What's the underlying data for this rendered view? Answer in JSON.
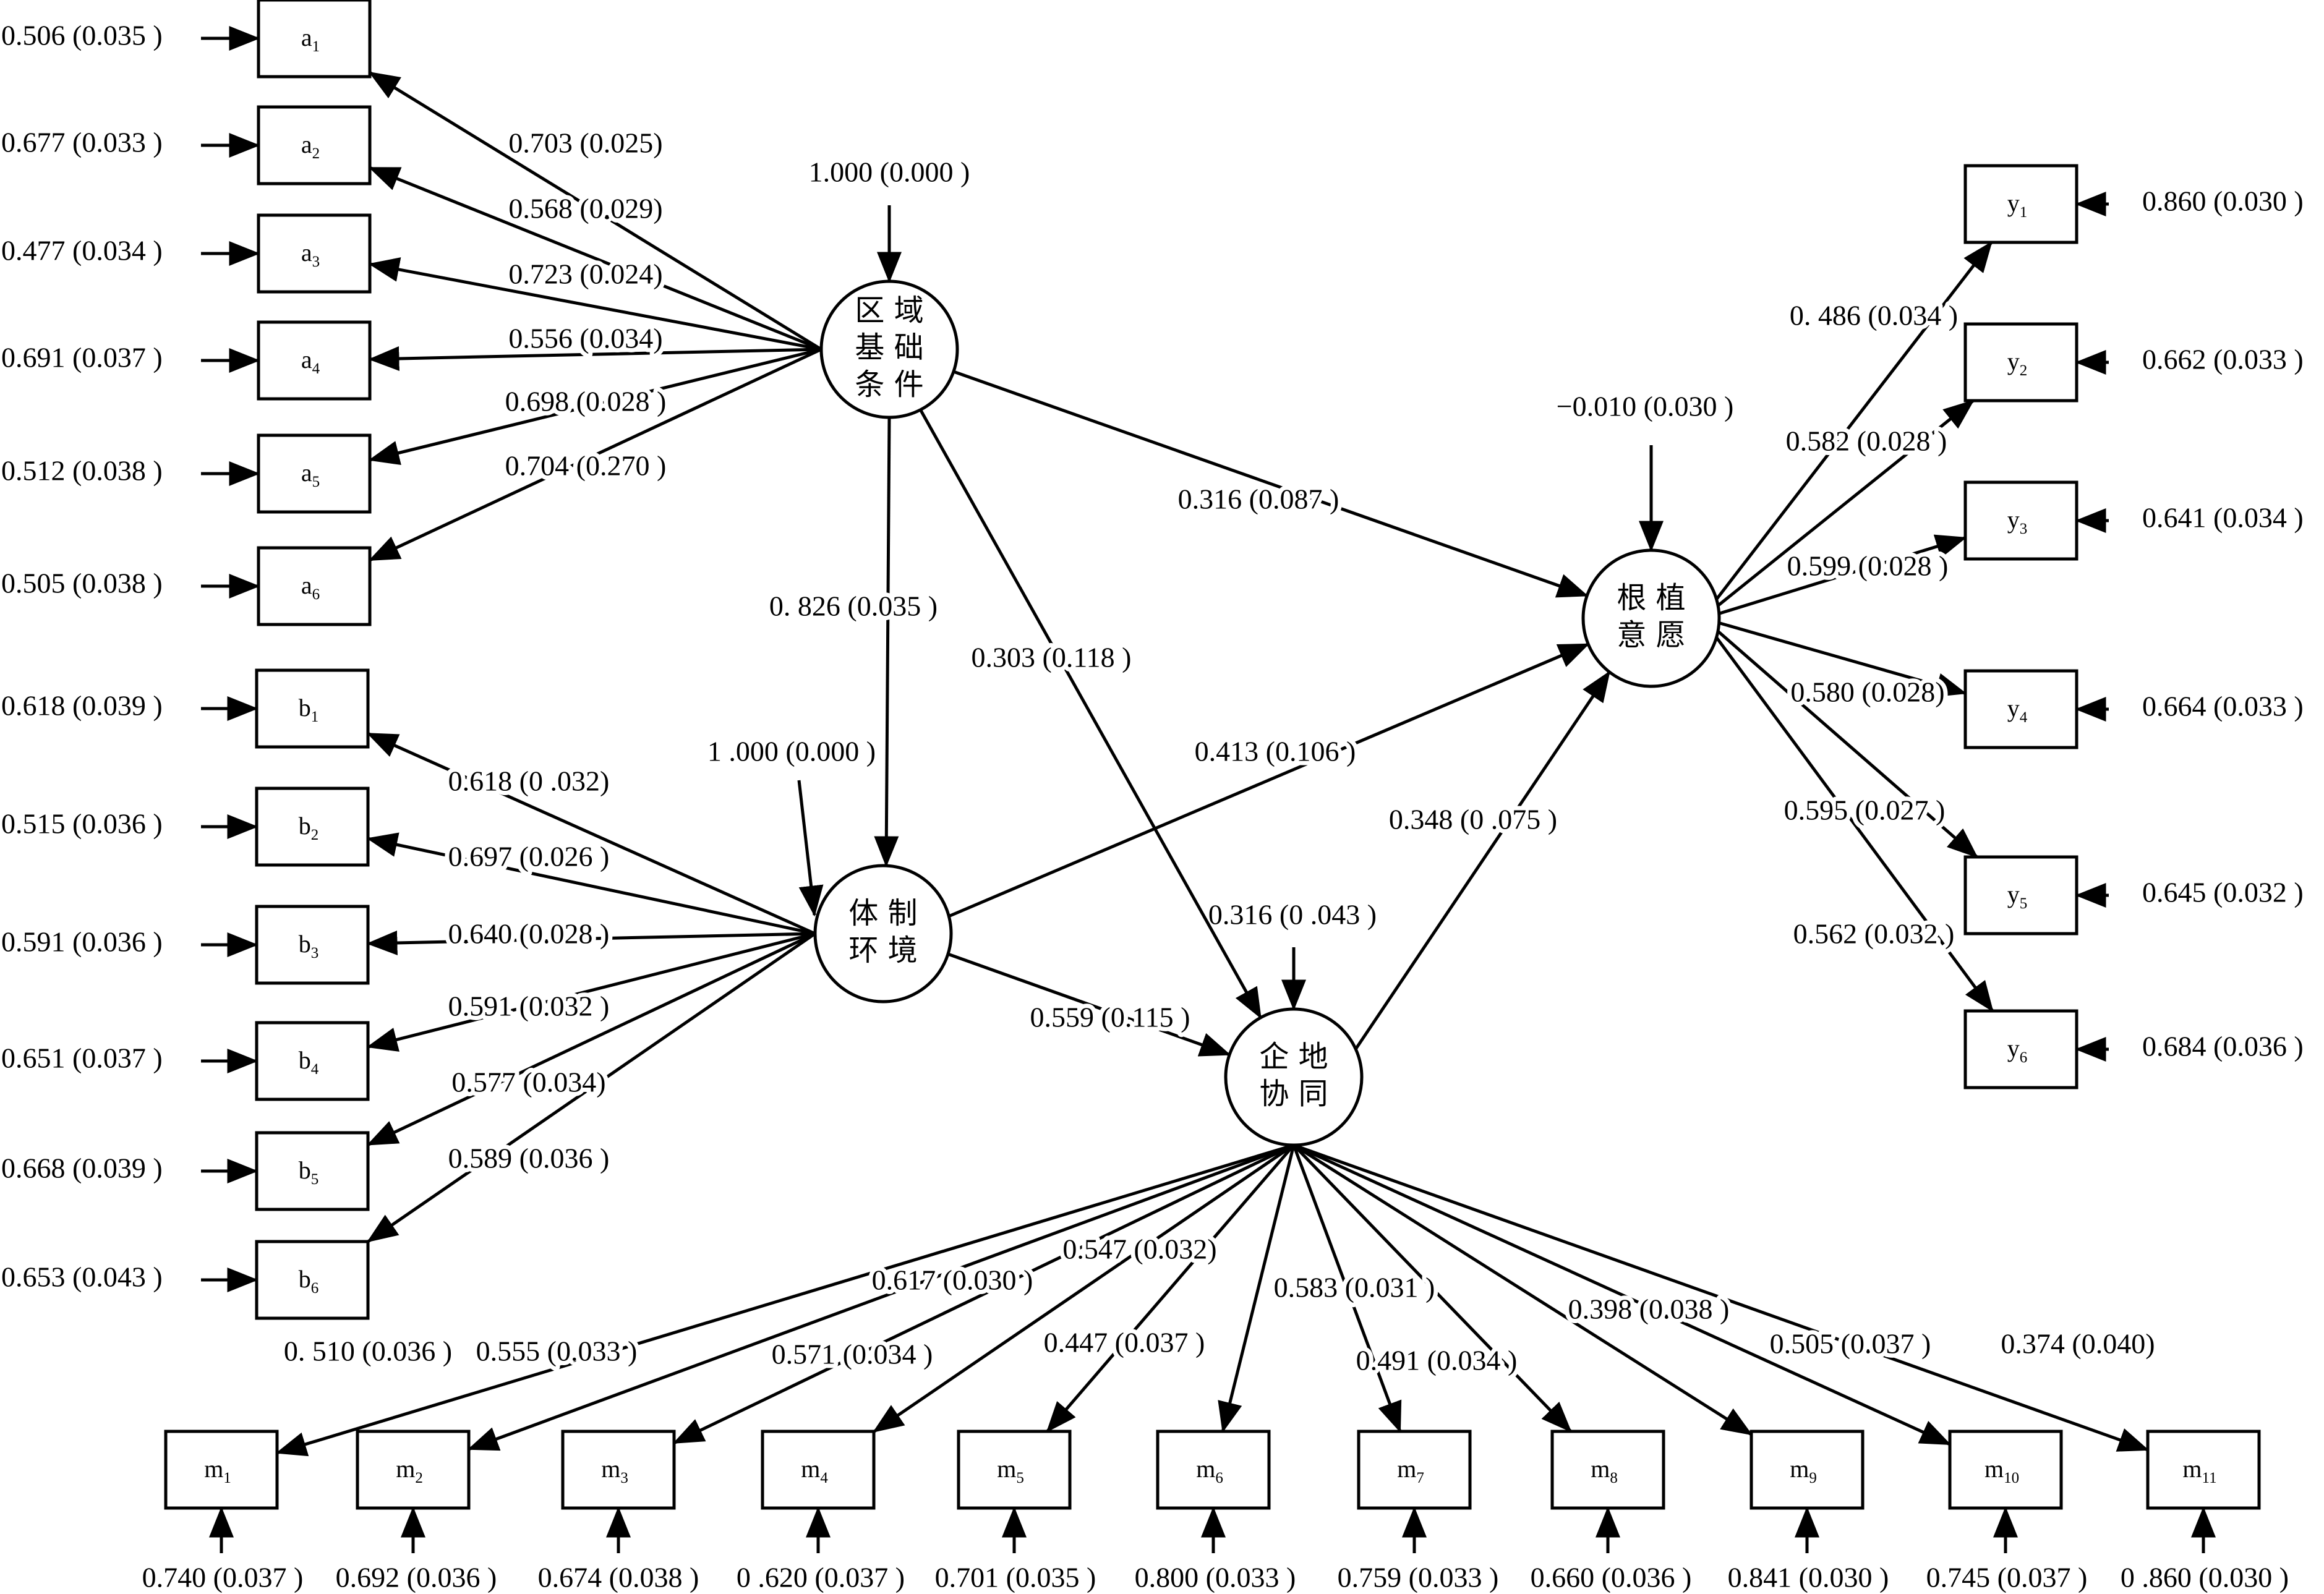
{
  "latents": {
    "regional": [
      "区 域",
      "基 础",
      "条 件"
    ],
    "institutional": [
      "体 制",
      "环 境"
    ],
    "enterprise": [
      "企 地",
      "协 同"
    ],
    "rooting": [
      "根 植",
      "意 愿"
    ]
  },
  "indicators": {
    "a": [
      {
        "main": "a",
        "sub": "1",
        "error": "0.506 (0.035 )",
        "loading": "0.703 (0.025)"
      },
      {
        "main": "a",
        "sub": "2",
        "error": "0.677 (0.033 )",
        "loading": "0.568 (0.029)"
      },
      {
        "main": "a",
        "sub": "3",
        "error": "0.477 (0.034 )",
        "loading": "0.723 (0.024)"
      },
      {
        "main": "a",
        "sub": "4",
        "error": "0.691 (0.037 )",
        "loading": "0.556 (0.034)"
      },
      {
        "main": "a",
        "sub": "5",
        "error": "0.512 (0.038 )",
        "loading": "0.698 (0.028 )"
      },
      {
        "main": "a",
        "sub": "6",
        "error": "0.505 (0.038 )",
        "loading": "0.704 (0.270 )"
      }
    ],
    "b": [
      {
        "main": "b",
        "sub": "1",
        "error": "0.618 (0.039 )",
        "loading": "0.618 (0 .032)"
      },
      {
        "main": "b",
        "sub": "2",
        "error": "0.515 (0.036 )",
        "loading": "0.697 (0.026 )"
      },
      {
        "main": "b",
        "sub": "3",
        "error": "0.591 (0.036 )",
        "loading": "0.640 (0.028 )"
      },
      {
        "main": "b",
        "sub": "4",
        "error": "0.651 (0.037 )",
        "loading": "0.591 (0.032 )"
      },
      {
        "main": "b",
        "sub": "5",
        "error": "0.668 (0.039 )",
        "loading": "0.577 (0.034)"
      },
      {
        "main": "b",
        "sub": "6",
        "error": "0.653 (0.043 )",
        "loading": "0.589 (0.036 )"
      }
    ],
    "y": [
      {
        "main": "y",
        "sub": "1",
        "error": "0.860 (0.030 )",
        "loading": "0. 486 (0.034 )"
      },
      {
        "main": "y",
        "sub": "2",
        "error": "0.662 (0.033 )",
        "loading": "0.582 (0.028 )"
      },
      {
        "main": "y",
        "sub": "3",
        "error": "0.641 (0.034 )",
        "loading": "0.599 (0.028 )"
      },
      {
        "main": "y",
        "sub": "4",
        "error": "0.664 (0.033 )",
        "loading": "0.580 (0.028)"
      },
      {
        "main": "y",
        "sub": "5",
        "error": "0.645 (0.032 )",
        "loading": "0.595 (0.027 )"
      },
      {
        "main": "y",
        "sub": "6",
        "error": "0.684 (0.036 )",
        "loading": "0.562 (0.032 )"
      }
    ],
    "m": [
      {
        "main": "m",
        "sub": "1",
        "error": "0.740 (0.037 )",
        "loading": "0. 510 (0.036 )"
      },
      {
        "main": "m",
        "sub": "2",
        "error": "0.692 (0.036 )",
        "loading": "0.555 (0.033 )"
      },
      {
        "main": "m",
        "sub": "3",
        "error": "0.674 (0.038 )",
        "loading": "0.617 (0.030 )"
      },
      {
        "main": "m",
        "sub": "4",
        "error": "0 .620 (0.037 )",
        "loading": "0.571 (0.034 )"
      },
      {
        "main": "m",
        "sub": "5",
        "error": "0.701 (0.035 )",
        "loading": "0.547 (0.032)"
      },
      {
        "main": "m",
        "sub": "6",
        "error": "0.800 (0.033 )",
        "loading": "0.447 (0.037 )"
      },
      {
        "main": "m",
        "sub": "7",
        "error": "0.759 (0.033 )",
        "loading": "0.583 (0.031 )"
      },
      {
        "main": "m",
        "sub": "8",
        "error": "0.660 (0.036 )",
        "loading": "0.491 (0.034 )"
      },
      {
        "main": "m",
        "sub": "9",
        "error": "0.841 (0.030 )",
        "loading": "0.398 (0.038 )"
      },
      {
        "main": "m",
        "sub": "10",
        "error": "0.745 (0.037 )",
        "loading": "0.505 (0.037 )"
      },
      {
        "main": "m",
        "sub": "11",
        "error": "0 .860 (0.030 )",
        "loading": "0.374 (0.040)"
      }
    ]
  },
  "paths": {
    "regional_to_rooting": "0.316 (0.087 )",
    "regional_to_enterprise": "0.303 (0.118 )",
    "inst_to_rooting": "0.413 (0.106 )",
    "inst_to_enterprise": "0.559 (0.115 )",
    "enterprise_to_rooting": "0.348 (0 .075 )",
    "covariance": "0. 826 (0.035 )"
  },
  "disturbances": {
    "regional": "1.000 (0.000 )",
    "institutional": "1 .000 (0.000 )",
    "enterprise": "0.316 (0 .043 )",
    "rooting": "−0.010 (0.030 )"
  }
}
